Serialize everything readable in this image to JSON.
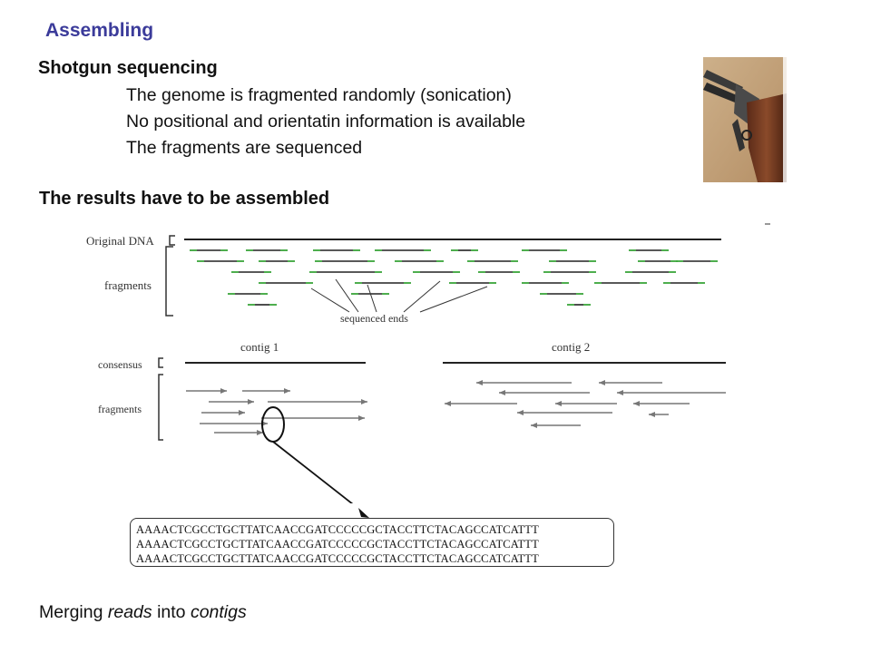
{
  "title": "Assembling",
  "section_heading": "Shotgun sequencing",
  "bullets": [
    "The genome is fragmented randomly (sonication)",
    "No positional and orientatin information is available",
    "The fragments are sequenced"
  ],
  "results_heading": "The results have to be assembled",
  "diagram_top": {
    "original_dna_label": "Original DNA",
    "fragments_label": "fragments",
    "sequenced_ends_label": "sequenced ends"
  },
  "diagram_bottom": {
    "contig1_label": "contig 1",
    "contig2_label": "contig 2",
    "consensus_label": "consensus",
    "fragments_label": "fragments"
  },
  "sequences": [
    "AAAACTCGCCTGCTTATCAACCGATCCCCCGCTACCTTCTACAGCCATCATTT",
    "AAAACTCGCCTGCTTATCAACCGATCCCCCGCTACCTTCTACAGCCATCATTT",
    "AAAACTCGCCTGCTTATCAACCGATCCCCCGCTACCTTCTACAGCCATCATTT"
  ],
  "footer": {
    "prefix": "Merging ",
    "reads": "reads",
    "middle": " into ",
    "contigs": "contigs"
  },
  "colors": {
    "title": "#3b3b9a",
    "green": "#3aa63a",
    "arrow_gray": "#777777"
  },
  "icons": {
    "photo": "shotgun-photo"
  }
}
